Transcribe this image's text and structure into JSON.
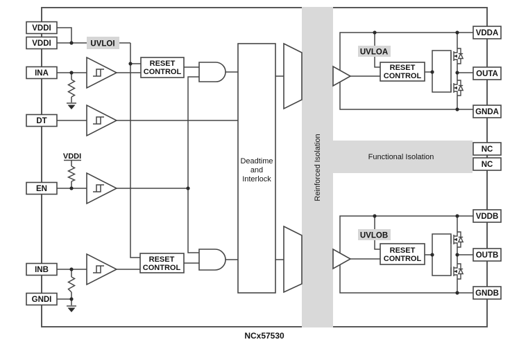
{
  "part_number": "NCx57530",
  "colors": {
    "isolation_bar": "#d9d9d9",
    "uvlo_label_bg": "#d6d6d6",
    "line": "#454545",
    "text": "#141414",
    "background": "#ffffff"
  },
  "pins": {
    "left": [
      {
        "label": "VDDI"
      },
      {
        "label": "VDDI"
      },
      {
        "label": "INA"
      },
      {
        "label": "DT"
      },
      {
        "label": "EN"
      },
      {
        "label": "INB"
      },
      {
        "label": "GNDI"
      }
    ],
    "right": [
      {
        "label": "VDDA"
      },
      {
        "label": "OUTA"
      },
      {
        "label": "GNDA"
      },
      {
        "label": "NC"
      },
      {
        "label": "NC"
      },
      {
        "label": "VDDB"
      },
      {
        "label": "OUTB"
      },
      {
        "label": "GNDB"
      }
    ]
  },
  "labels": {
    "uvloi": "UVLOI",
    "uvloa": "UVLOA",
    "uvlob": "UVLOB",
    "reset_line1": "RESET",
    "reset_line2": "CONTROL",
    "deadtime_line1": "Deadtime",
    "deadtime_line2": "and",
    "deadtime_line3": "Interlock",
    "reinforced_isolation": "Reinforced Isolation",
    "functional_isolation": "Functional Isolation",
    "pullup_supply": "VDDI"
  }
}
